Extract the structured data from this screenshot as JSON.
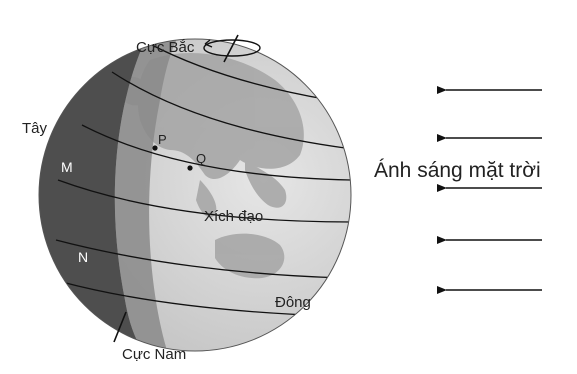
{
  "labels": {
    "north_pole": "Cực Bắc",
    "south_pole": "Cực Nam",
    "west": "Tây",
    "east": "Đông",
    "equator": "Xích đạo",
    "point_p": "P",
    "point_q": "Q",
    "point_m": "M",
    "point_n": "N",
    "sunlight": "Ánh sáng mặt trời"
  },
  "sunlight_arrow_count": 5,
  "colors": {
    "night_side": "#4e4e4e",
    "day_side": "#cfcfcf",
    "terminator_band": "#8a8a8a",
    "land": "#a8a8a8",
    "lines": "#111111",
    "arrows": "#111111"
  }
}
